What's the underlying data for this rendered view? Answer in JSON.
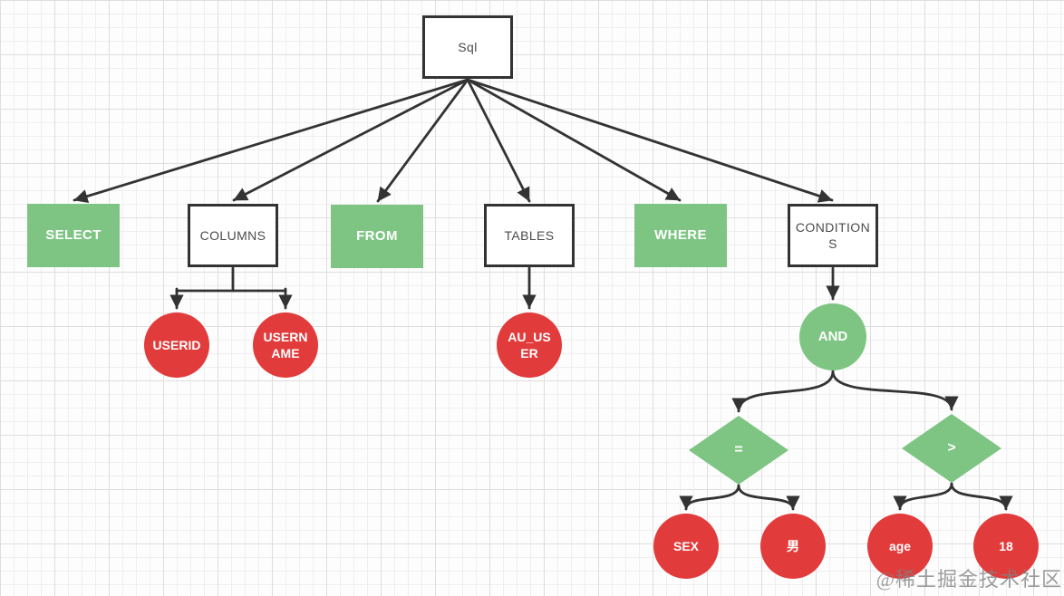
{
  "colors": {
    "green": "#7ec583",
    "red": "#e23b3b",
    "line": "#333333",
    "grid_minor": "#efefef",
    "grid_major": "#dedede"
  },
  "watermark": "@稀土掘金技术社区",
  "nodes": {
    "sql": {
      "label": "Sql",
      "shape": "rectangle",
      "style": "outline"
    },
    "select": {
      "label": "SELECT",
      "shape": "rectangle",
      "style": "green"
    },
    "columns": {
      "label": "COLUMNS",
      "shape": "rectangle",
      "style": "outline"
    },
    "from": {
      "label": "FROM",
      "shape": "rectangle",
      "style": "green"
    },
    "tables": {
      "label": "TABLES",
      "shape": "rectangle",
      "style": "outline"
    },
    "where": {
      "label": "WHERE",
      "shape": "rectangle",
      "style": "green"
    },
    "conditions": {
      "label": "CONDITION\nS",
      "shape": "rectangle",
      "style": "outline"
    },
    "userid": {
      "label": "USERID",
      "shape": "circle",
      "style": "red"
    },
    "username": {
      "label": "USERN\nAME",
      "shape": "circle",
      "style": "red"
    },
    "au_user": {
      "label": "AU_US\nER",
      "shape": "circle",
      "style": "red"
    },
    "and": {
      "label": "AND",
      "shape": "circle",
      "style": "green"
    },
    "eq": {
      "label": "=",
      "shape": "diamond",
      "style": "green"
    },
    "gt": {
      "label": ">",
      "shape": "diamond",
      "style": "green"
    },
    "sex": {
      "label": "SEX",
      "shape": "circle",
      "style": "red"
    },
    "man": {
      "label": "男",
      "shape": "circle",
      "style": "red"
    },
    "age": {
      "label": "age",
      "shape": "circle",
      "style": "red"
    },
    "eighteen": {
      "label": "18",
      "shape": "circle",
      "style": "red"
    }
  },
  "edges": [
    [
      "sql",
      "select"
    ],
    [
      "sql",
      "columns"
    ],
    [
      "sql",
      "from"
    ],
    [
      "sql",
      "tables"
    ],
    [
      "sql",
      "where"
    ],
    [
      "sql",
      "conditions"
    ],
    [
      "columns",
      "userid"
    ],
    [
      "columns",
      "username"
    ],
    [
      "tables",
      "au_user"
    ],
    [
      "conditions",
      "and"
    ],
    [
      "and",
      "eq"
    ],
    [
      "and",
      "gt"
    ],
    [
      "eq",
      "sex"
    ],
    [
      "eq",
      "man"
    ],
    [
      "gt",
      "age"
    ],
    [
      "gt",
      "eighteen"
    ]
  ]
}
